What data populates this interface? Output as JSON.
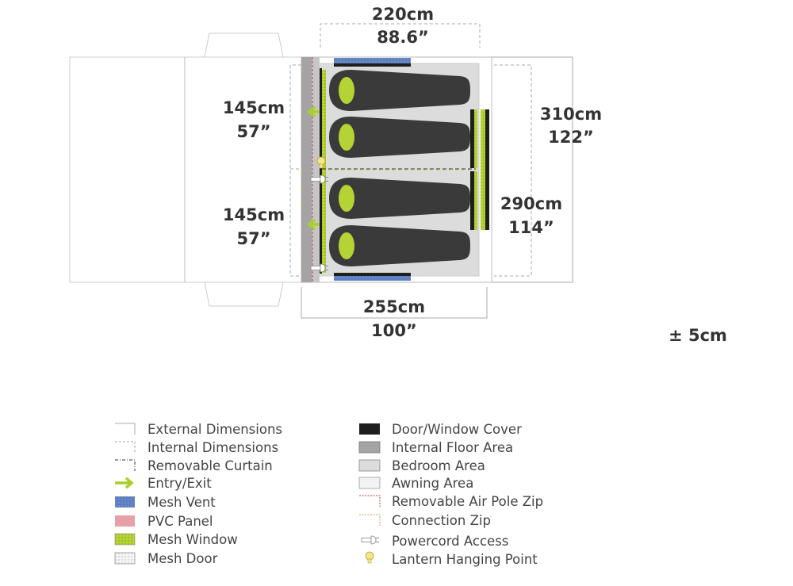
{
  "dimensions": {
    "top_width_cm": "220cm",
    "top_width_in": "88.6”",
    "left_upper_cm": "145cm",
    "left_upper_in": "57”",
    "left_lower_cm": "145cm",
    "left_lower_in": "57”",
    "right_external_cm": "310cm",
    "right_external_in": "122”",
    "right_internal_cm": "290cm",
    "right_internal_in": "114”",
    "bottom_width_cm": "255cm",
    "bottom_width_in": "100”",
    "tolerance": "± 5cm"
  },
  "colors": {
    "mesh_vent": "#5b7fc0",
    "pvc_panel": "#e8a0a8",
    "mesh_window": "#b5d334",
    "cover": "#1e1e1e",
    "floor": "#a4a4a7",
    "bedroom": "#dcdcdd",
    "awning": "#f2f2f2",
    "sleeping_bag": "#3a3a3a",
    "arrow": "#a8cf2a"
  },
  "legend": {
    "left": [
      {
        "label": "External Dimensions",
        "icon": "external-dimensions-icon"
      },
      {
        "label": "Internal Dimensions",
        "icon": "internal-dimensions-icon"
      },
      {
        "label": "Removable Curtain",
        "icon": "removable-curtain-icon"
      },
      {
        "label": "Entry/Exit",
        "icon": "entry-arrow-icon"
      },
      {
        "label": "Mesh Vent",
        "icon": "mesh-vent-swatch"
      },
      {
        "label": "PVC Panel",
        "icon": "pvc-panel-swatch"
      },
      {
        "label": "Mesh Window",
        "icon": "mesh-window-swatch"
      },
      {
        "label": "Mesh Door",
        "icon": "mesh-door-swatch"
      }
    ],
    "right": [
      {
        "label": "Door/Window Cover",
        "icon": "cover-swatch"
      },
      {
        "label": "Internal Floor Area",
        "icon": "floor-swatch"
      },
      {
        "label": "Bedroom Area",
        "icon": "bedroom-swatch"
      },
      {
        "label": "Awning Area",
        "icon": "awning-swatch"
      },
      {
        "label": "Removable Air Pole Zip",
        "icon": "air-pole-zip-icon"
      },
      {
        "label": "Connection Zip",
        "icon": "connection-zip-icon"
      },
      {
        "label": "Powercord Access",
        "icon": "powercord-icon"
      },
      {
        "label": "Lantern Hanging Point",
        "icon": "lantern-icon"
      }
    ]
  }
}
